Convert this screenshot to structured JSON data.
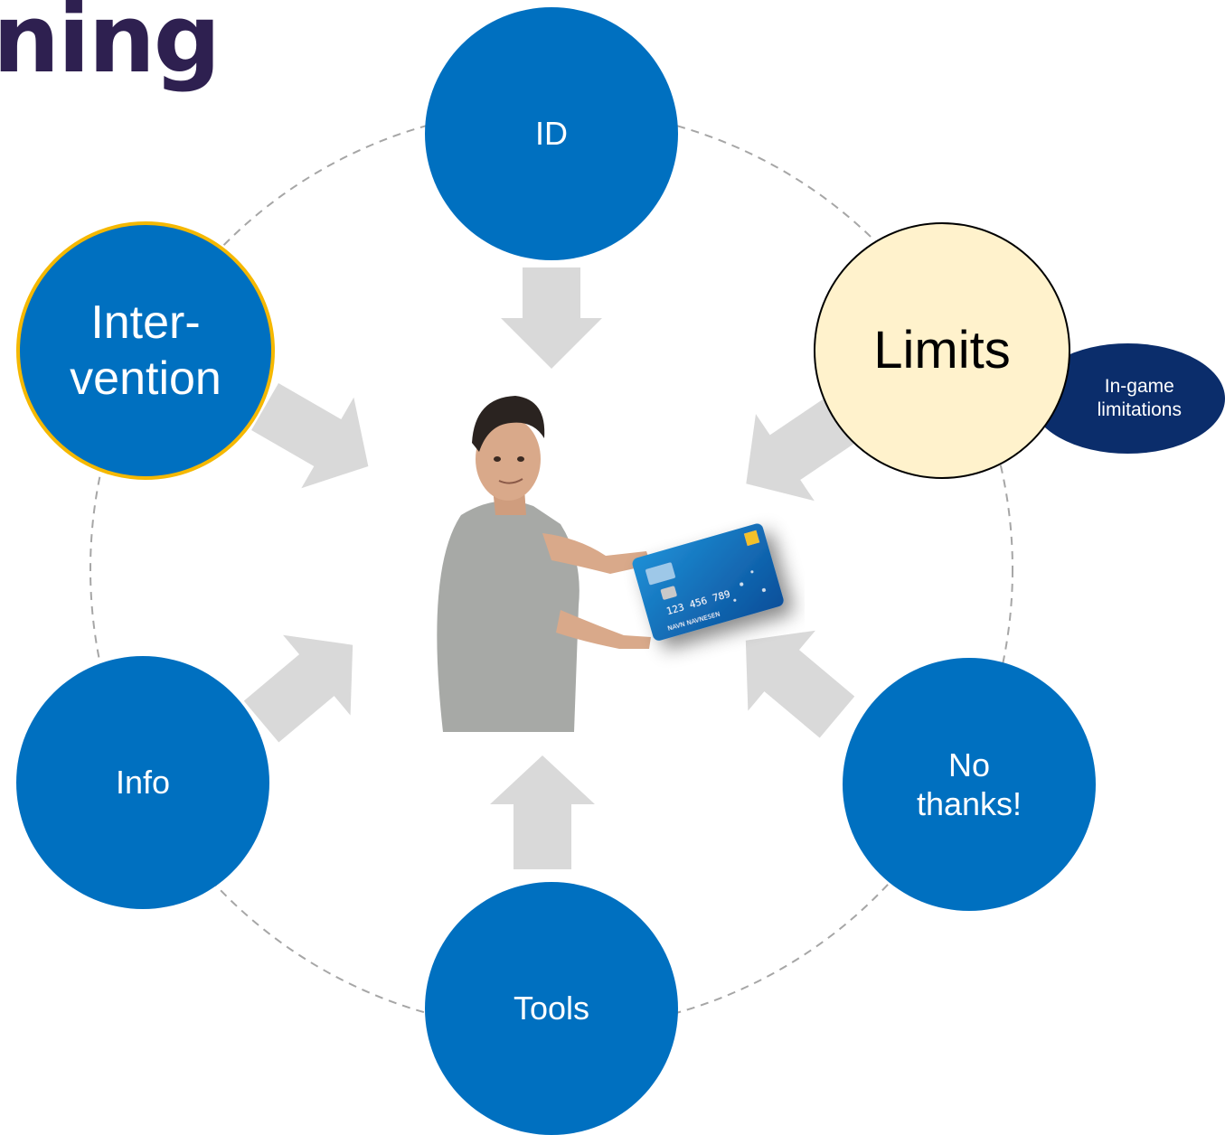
{
  "title": "ning",
  "nodes": {
    "id": "ID",
    "intervention": "Inter-\nvention",
    "limits": "Limits",
    "limits_tag": "In-game\nlimitations",
    "info": "Info",
    "no_thanks": "No\nthanks!",
    "tools": "Tools"
  },
  "card": {
    "number": "123 456 789",
    "name": "NAVN NAVNESEN"
  },
  "colors": {
    "node_blue": "#0070c0",
    "highlight_fill": "#fff2cc",
    "highlight_ring": "#f5b800",
    "tag_navy": "#0b2d6b",
    "arrow_gray": "#d9d9d9",
    "title": "#2e2050"
  },
  "icons": [
    "person-holding-card-image"
  ]
}
